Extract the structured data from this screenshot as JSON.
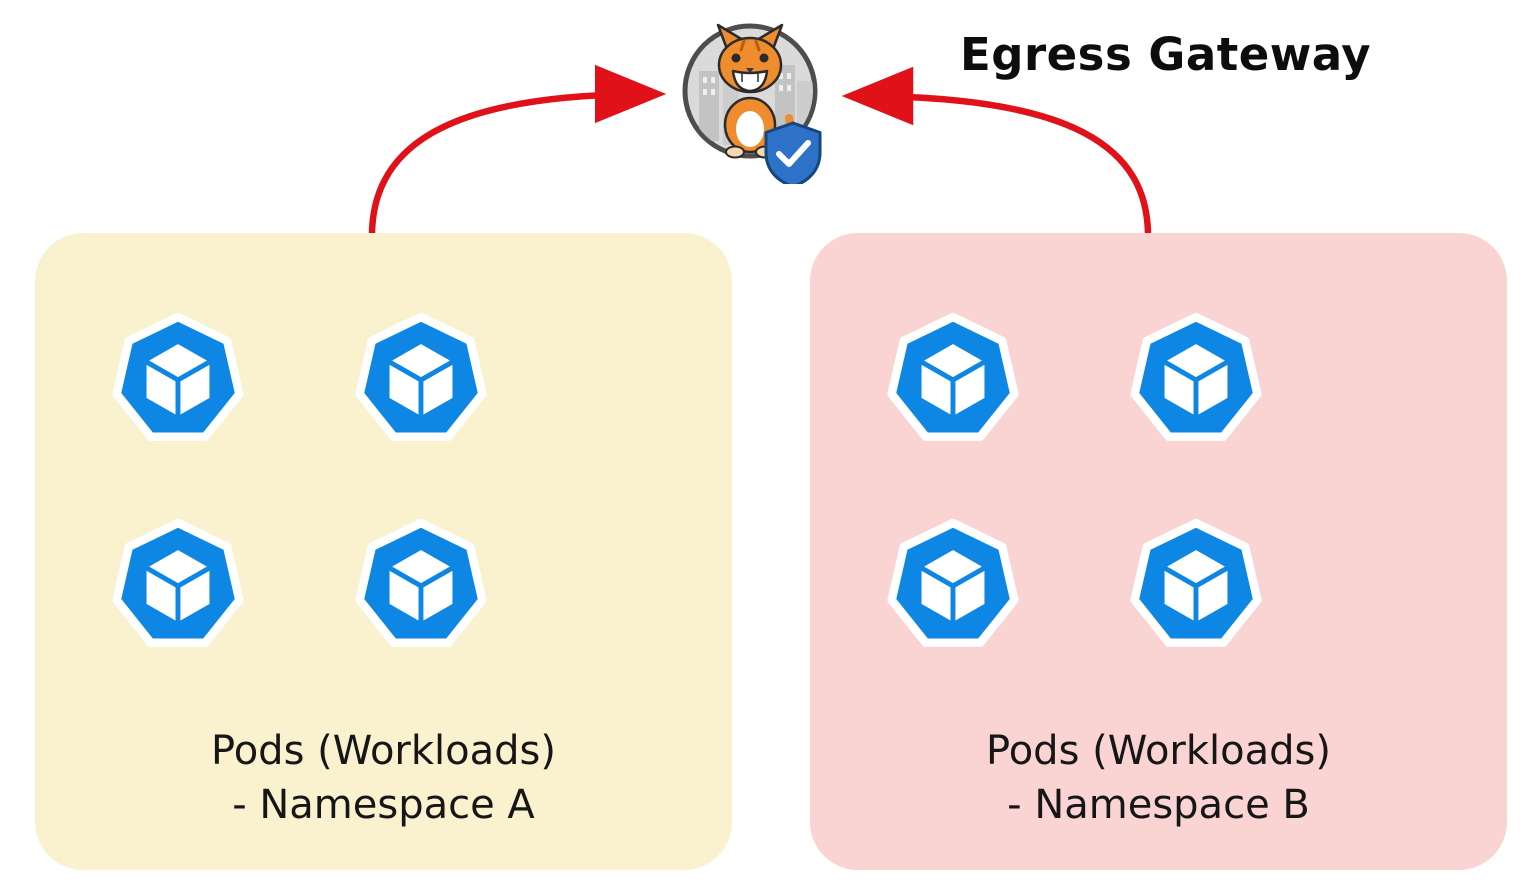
{
  "diagram": {
    "title": "Egress Gateway",
    "gateway": {
      "name": "Egress Gateway",
      "icon": "cat-gateway-mascot",
      "badge": "shield-check"
    },
    "namespaces": [
      {
        "id": "namespace-a",
        "label_line1": "Pods (Workloads)",
        "label_line2": "- Namespace A",
        "pod_count": 4,
        "bg_color": "#FAF1CF"
      },
      {
        "id": "namespace-b",
        "label_line1": "Pods (Workloads)",
        "label_line2": "- Namespace B",
        "pod_count": 4,
        "bg_color": "#FAD3D3"
      }
    ],
    "colors": {
      "arrow_red": "#E01119",
      "pod_blue": "#0E86E4",
      "shield_blue": "#2E72C8",
      "namespace_a_bg": "#FAF1CF",
      "namespace_b_bg": "#FAD3D3"
    }
  }
}
